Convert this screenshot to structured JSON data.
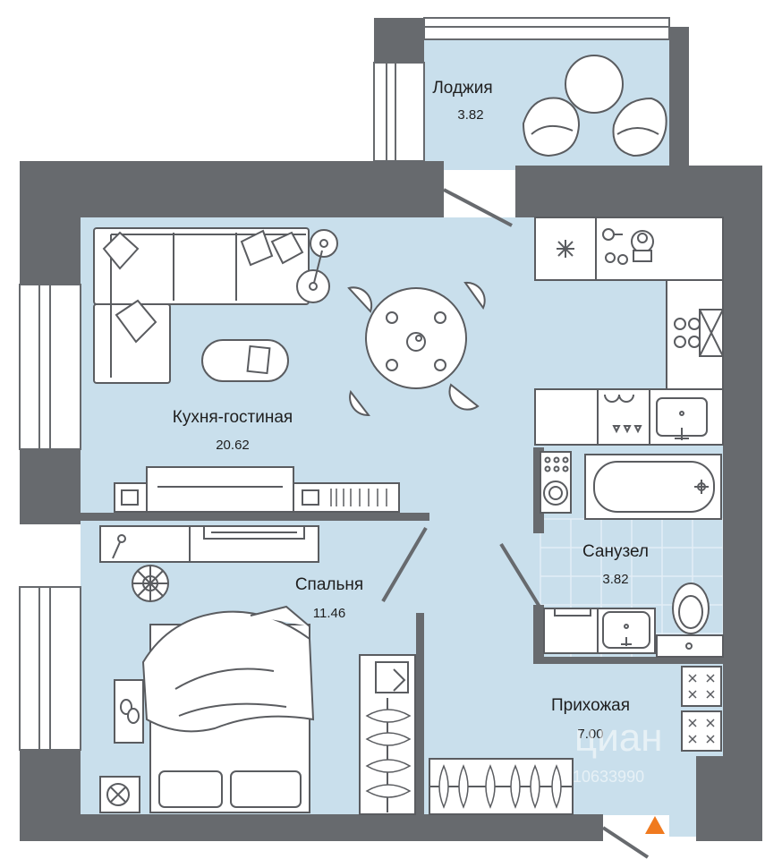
{
  "colors": {
    "wall": "#676a6e",
    "floor": "#c9dfec",
    "tile_grid": "#e3eef6",
    "furniture_stroke": "#5a5c60",
    "furniture_fill": "#ffffff",
    "entrance_marker": "#f07a1f"
  },
  "rooms": {
    "loggia": {
      "name": "Лоджия",
      "area": "3.82"
    },
    "kitchen": {
      "name": "Кухня-гостиная",
      "area": "20.62"
    },
    "bedroom": {
      "name": "Спальня",
      "area": "11.46"
    },
    "bathroom": {
      "name": "Санузел",
      "area": "3.82"
    },
    "hallway": {
      "name": "Прихожая",
      "area": "7.00"
    }
  },
  "watermark": {
    "logo": "циан",
    "id": "10633990"
  },
  "icons": [
    "entrance-arrow-icon",
    "fridge-icon",
    "stove-icon",
    "sink-icon",
    "bathtub-icon",
    "toilet-icon",
    "washing-machine-icon"
  ]
}
